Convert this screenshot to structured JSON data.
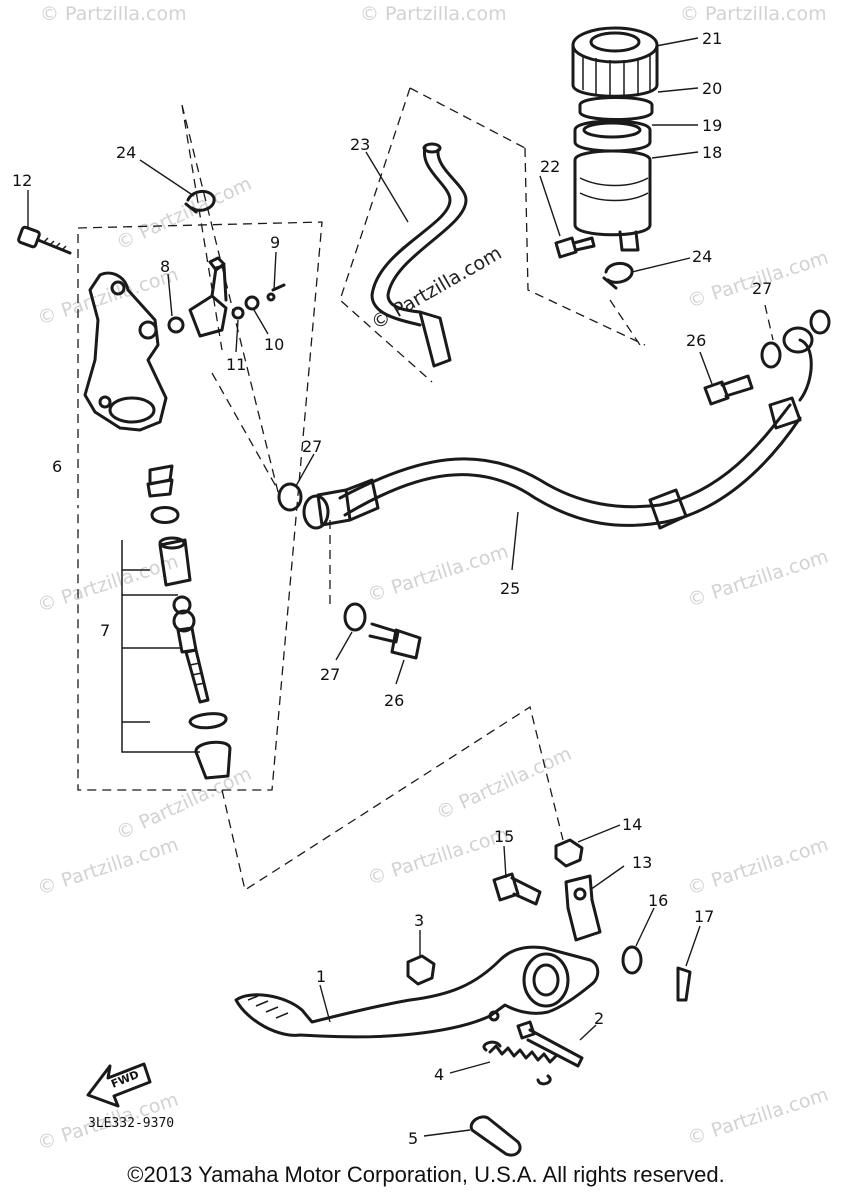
{
  "watermark": "© Partzilla.com",
  "diagram_code": "3LE332-9370",
  "fwd_label": "FWD",
  "copyright": "©2013 Yamaha Motor Corporation, U.S.A. All rights reserved.",
  "callouts": {
    "c1": "1",
    "c2": "2",
    "c3": "3",
    "c4": "4",
    "c5": "5",
    "c6": "6",
    "c7": "7",
    "c8": "8",
    "c9": "9",
    "c10": "10",
    "c11": "11",
    "c12": "12",
    "c13": "13",
    "c14": "14",
    "c15": "15",
    "c16": "16",
    "c17": "17",
    "c18": "18",
    "c19": "19",
    "c20": "20",
    "c21": "21",
    "c22": "22",
    "c23": "23",
    "c24a": "24",
    "c24b": "24",
    "c25": "25",
    "c26a": "26",
    "c26b": "26",
    "c27a": "27",
    "c27b": "27",
    "c27c": "27"
  }
}
